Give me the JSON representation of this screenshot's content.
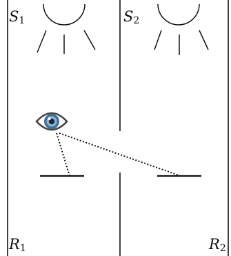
{
  "labels": {
    "s1": {
      "main": "S",
      "sub": "1"
    },
    "s2": {
      "main": "S",
      "sub": "2"
    },
    "r1": {
      "main": "R",
      "sub": "1"
    },
    "r2": {
      "main": "R",
      "sub": "2"
    }
  },
  "icons": {
    "sun_1": "sun-icon",
    "sun_2": "sun-icon",
    "eye": "eye-icon"
  },
  "colors": {
    "line": "#111111",
    "iris_outer": "#3f6f99",
    "iris_inner": "#8fb3d3",
    "pupil": "#1a2a38"
  }
}
